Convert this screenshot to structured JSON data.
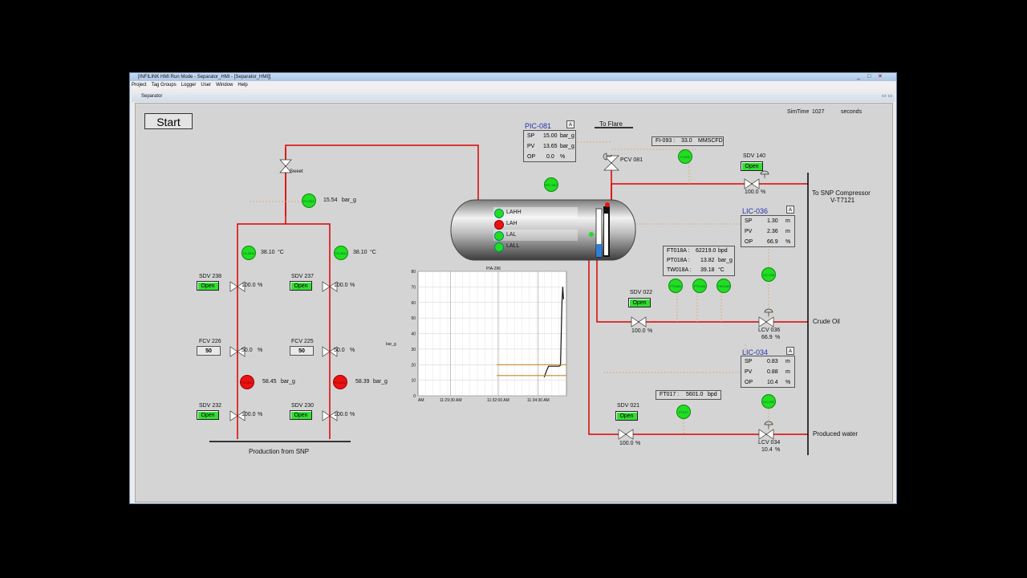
{
  "window": {
    "title": "[INFILINK HMI Run Mode - Separator_HMI - [Separator_HMI]]",
    "controls": [
      "_",
      "□",
      "✕"
    ]
  },
  "menu": [
    "Project",
    "Tag Groups",
    "Logger",
    "User",
    "Window",
    "Help"
  ],
  "child": {
    "title": "Separator",
    "controls": "▭ ▭"
  },
  "start_label": "Start",
  "simtime": {
    "label": "SimTime",
    "value": "1027",
    "unit": "seconds"
  },
  "inlet": {
    "sweet_label": "Sweet",
    "pi_tag": "PI-2811",
    "pi_value": "15.54",
    "pi_unit": "bar_g",
    "production_label": "Production from SNP",
    "left": {
      "ti_tag": "TA-2811",
      "ti_value": "38.10",
      "ti_unit": "°C",
      "sdv_top": "SDV 238",
      "sdv_top_state": "Open",
      "sdv_top_pct": "100.0",
      "fcv": "FCV 226",
      "fcv_box": "50",
      "fcv_pct": "50.0",
      "pi_tag": "PI-2811",
      "pi_value": "58.45",
      "pi_unit": "bar_g",
      "sdv_bot": "SDV 232",
      "sdv_bot_state": "Open",
      "sdv_bot_pct": "100.0"
    },
    "right": {
      "ti_tag": "TA-2811",
      "ti_value": "38.10",
      "ti_unit": "°C",
      "sdv_top": "SDV 237",
      "sdv_top_state": "Open",
      "sdv_top_pct": "100.0",
      "fcv": "FCV 225",
      "fcv_box": "50",
      "fcv_pct": "50.0",
      "pi_tag": "PI-2811",
      "pi_value": "58.39",
      "pi_unit": "bar_g",
      "sdv_bot": "SDV 230",
      "sdv_bot_state": "Open",
      "sdv_bot_pct": "100.0"
    },
    "pct_unit": "%"
  },
  "pic081": {
    "title": "PIC-081",
    "a_label": "A",
    "rows": [
      {
        "k": "SP",
        "v": "15.00",
        "u": "bar_g"
      },
      {
        "k": "PV",
        "v": "13.65",
        "u": "bar_g"
      },
      {
        "k": "OP",
        "v": "0.0",
        "u": "%"
      }
    ],
    "ind_tag": "PIC-081"
  },
  "flare": {
    "label": "To Flare",
    "pcv": "PCV 081"
  },
  "fi093": {
    "tag": "FI-093 :",
    "value": "33.0",
    "unit": "MMSCFD",
    "ind_tag": "FI-093"
  },
  "sdv140": {
    "label": "SDV 140",
    "state": "Open",
    "pct": "100.0",
    "unit": "%"
  },
  "compressor": {
    "line1": "To SNP Compressor",
    "line2": "V-T7121"
  },
  "lic036": {
    "title": "LIC-036",
    "a_label": "A",
    "rows": [
      {
        "k": "SP",
        "v": "1.30",
        "u": "m"
      },
      {
        "k": "PV",
        "v": "2.36",
        "u": "m"
      },
      {
        "k": "OP",
        "v": "66.9",
        "u": "%"
      }
    ],
    "ind_tag": "LIC-036",
    "lcv": "LCV 036",
    "lcv_pct": "66.9",
    "unit": "%"
  },
  "ft018": {
    "rows": [
      {
        "k": "FT018A :",
        "v": "62219.0",
        "u": "bpd"
      },
      {
        "k": "PT018A :",
        "v": "13.82",
        "u": "bar_g"
      },
      {
        "k": "TW018A :",
        "v": "39.18",
        "u": "°C"
      }
    ],
    "inds": [
      "FT018A",
      "PT018A",
      "TW018A"
    ]
  },
  "sdv022": {
    "label": "SDV 022",
    "state": "Open",
    "pct": "100.0",
    "unit": "%"
  },
  "crude_label": "Crude Oil",
  "lic034": {
    "title": "LIC-034",
    "a_label": "A",
    "rows": [
      {
        "k": "SP",
        "v": "0.83",
        "u": "m"
      },
      {
        "k": "PV",
        "v": "0.88",
        "u": "m"
      },
      {
        "k": "OP",
        "v": "10.4",
        "u": "%"
      }
    ],
    "ind_tag": "LIC-034",
    "lcv": "LCV 034",
    "lcv_pct": "10.4",
    "unit": "%"
  },
  "ft017": {
    "tag": "FT017 :",
    "value": "5601.0",
    "unit": "bpd",
    "ind_tag": "FT017"
  },
  "sdv021": {
    "label": "SDV 021",
    "state": "Open",
    "pct": "100.0",
    "unit": "%"
  },
  "water_label": "Produced water",
  "vessel": {
    "alarms": [
      {
        "label": "LAHH",
        "state": "ok"
      },
      {
        "label": "LAH",
        "state": "alarm"
      },
      {
        "label": "LAL",
        "state": "ok"
      },
      {
        "label": "LALL",
        "state": "ok"
      }
    ]
  },
  "colors": {
    "pipe": "#dd0000",
    "green": "#22dd22",
    "red": "#ee1111",
    "accent": "#2233aa"
  },
  "chart_data": {
    "type": "line",
    "title": "PIA-296",
    "ylabel_right": "bar_g",
    "yticks": [
      0,
      10,
      20,
      30,
      40,
      50,
      60,
      70,
      80
    ],
    "ylim": [
      0,
      80
    ],
    "xticks": [
      "AM",
      "11:29:30 AM",
      "11:32:00 AM",
      "11:34:30 AM"
    ],
    "series": [
      {
        "color": "#111111",
        "points": [
          [
            0.85,
            12
          ],
          [
            0.87,
            17
          ],
          [
            0.88,
            19
          ],
          [
            0.92,
            19
          ],
          [
            0.95,
            19
          ],
          [
            0.96,
            19.5
          ],
          [
            0.97,
            60
          ],
          [
            0.975,
            70
          ],
          [
            0.98,
            62
          ]
        ]
      },
      {
        "color": "#c8862a",
        "points": [
          [
            0.53,
            13
          ],
          [
            1.0,
            13
          ]
        ]
      },
      {
        "color": "#c8862a",
        "points": [
          [
            0.53,
            20
          ],
          [
            1.0,
            20
          ]
        ]
      }
    ]
  }
}
